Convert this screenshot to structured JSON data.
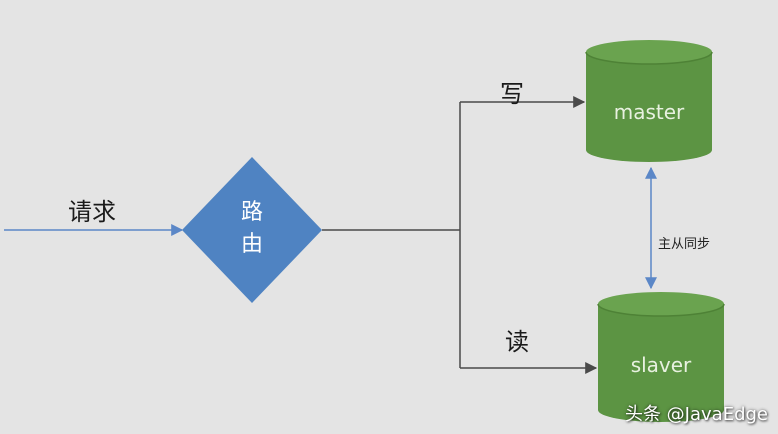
{
  "labels": {
    "request": "请求",
    "router_line1": "路",
    "router_line2": "由",
    "write": "写",
    "read": "读",
    "sync": "主从同步"
  },
  "databases": {
    "master": "master",
    "slave": "slaver"
  },
  "watermark": "头条 @JavaEdge",
  "colors": {
    "background": "#e4e4e4",
    "router_fill": "#4f83c2",
    "db_fill": "#5c9443",
    "db_top": "#6aa34f",
    "line": "#4a4a4a",
    "arrow_blue": "#5b87c7"
  }
}
